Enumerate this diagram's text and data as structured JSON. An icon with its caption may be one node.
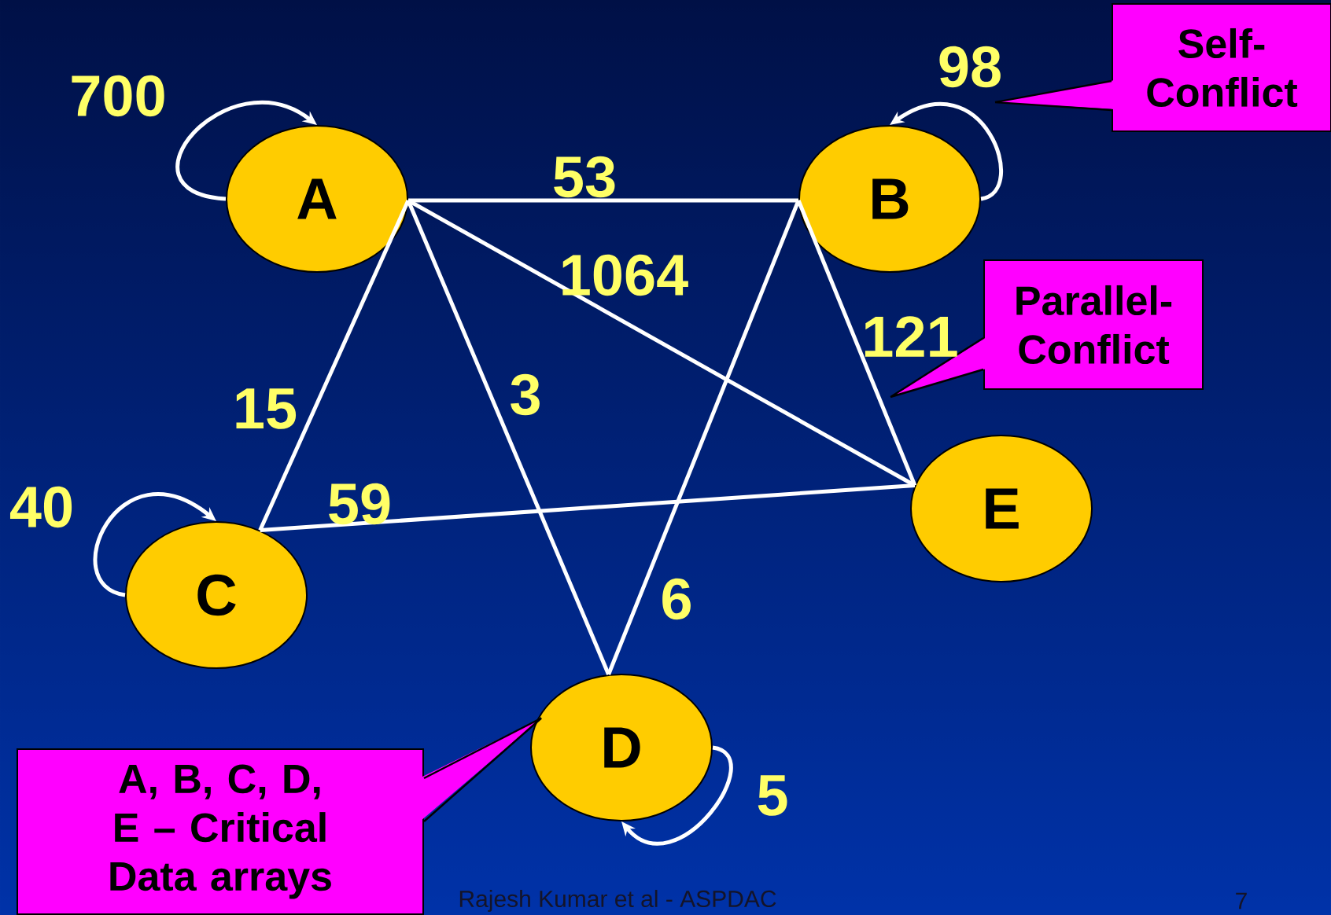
{
  "diagram": {
    "nodes": [
      {
        "text": [
          "A"
        ]
      },
      {
        "text": [
          "B"
        ]
      },
      {
        "text": [
          "Self-Conflict"
        ]
      },
      {
        "text": [
          "Parallel-Conflict"
        ]
      },
      {
        "text": [
          "E"
        ]
      },
      {
        "text": [
          "C"
        ]
      },
      {
        "text": [
          "D"
        ]
      },
      {
        "text": [
          "A, B, C, D, E – Critical Data arrays"
        ]
      }
    ],
    "edges": [
      {
        "from": 0,
        "to": 0,
        "arrow": "to",
        "label": "700"
      },
      {
        "from": 1,
        "to": 1,
        "arrow": "to",
        "label": "98"
      },
      {
        "from": 0,
        "to": 1,
        "arrow": "none",
        "label": "53"
      },
      {
        "from": 0,
        "to": 4,
        "arrow": "none",
        "label": "1064"
      },
      {
        "from": 1,
        "to": 4,
        "arrow": "none",
        "label": "121"
      },
      {
        "from": 0,
        "to": 5,
        "arrow": "none",
        "label": "15"
      },
      {
        "from": 0,
        "to": 6,
        "arrow": "none",
        "label": "3"
      },
      {
        "from": 1,
        "to": 6,
        "arrow": "none",
        "label": "6"
      },
      {
        "from": 5,
        "to": 4,
        "arrow": "none",
        "label": "59"
      },
      {
        "from": 5,
        "to": 5,
        "arrow": "to",
        "label": "40"
      },
      {
        "from": 6,
        "to": 6,
        "arrow": "to",
        "label": "5"
      },
      {
        "from": 2,
        "to": null,
        "arrow": "none",
        "color": "#000000"
      },
      {
        "from": 3,
        "to": null,
        "arrow": "none",
        "color": "#000000"
      },
      {
        "from": 7,
        "to": 6,
        "arrow": "none",
        "color": "#000000"
      }
    ],
    "labels": [
      "Rajesh Kumar et al - ASPDAC",
      "7"
    ]
  }
}
